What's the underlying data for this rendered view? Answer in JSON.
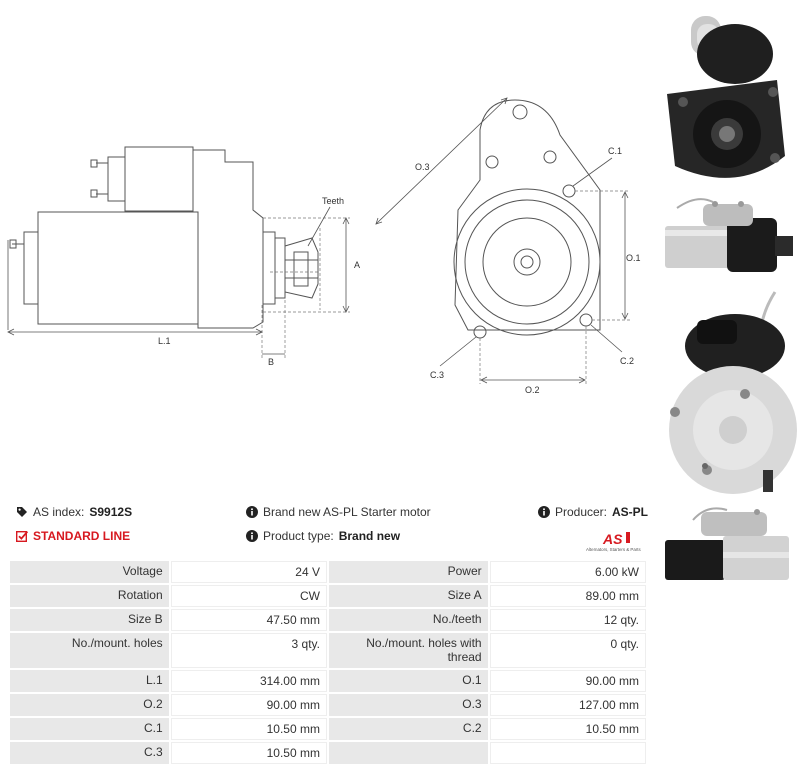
{
  "diagram": {
    "side_view": {
      "teeth": "Teeth",
      "a": "A",
      "b": "B",
      "l1": "L.1"
    },
    "front_view": {
      "o3": "O.3",
      "c1": "C.1",
      "o1": "O.1",
      "c2": "C.2",
      "c3": "C.3",
      "o2": "O.2"
    }
  },
  "info": {
    "as_index_label": "AS index:",
    "as_index_value": "S9912S",
    "description": "Brand new AS-PL Starter motor",
    "producer_label": "Producer:",
    "producer_value": "AS-PL",
    "line_label": "STANDARD LINE",
    "product_type_label": "Product type:",
    "product_type_value": "Brand new"
  },
  "logo": {
    "text": "AS",
    "tagline": "Alternators, Starters & Parts"
  },
  "specs": [
    {
      "label1": "Voltage",
      "value1": "24 V",
      "label2": "Power",
      "value2": "6.00 kW"
    },
    {
      "label1": "Rotation",
      "value1": "CW",
      "label2": "Size A",
      "value2": "89.00 mm"
    },
    {
      "label1": "Size B",
      "value1": "47.50 mm",
      "label2": "No./teeth",
      "value2": "12 qty."
    },
    {
      "label1": "No./mount. holes",
      "value1": "3 qty.",
      "label2": "No./mount. holes with thread",
      "value2": "0 qty."
    },
    {
      "label1": "L.1",
      "value1": "314.00 mm",
      "label2": "O.1",
      "value2": "90.00 mm"
    },
    {
      "label1": "O.2",
      "value1": "90.00 mm",
      "label2": "O.3",
      "value2": "127.00 mm"
    },
    {
      "label1": "C.1",
      "value1": "10.50 mm",
      "label2": "C.2",
      "value2": "10.50 mm"
    },
    {
      "label1": "C.3",
      "value1": "10.50 mm",
      "label2": "",
      "value2": ""
    }
  ],
  "colors": {
    "accent_red": "#d71920",
    "label_bg": "#e8e8e8",
    "line": "#555555"
  },
  "icons": [
    "tag-icon",
    "info-icon",
    "checkbox-icon"
  ]
}
